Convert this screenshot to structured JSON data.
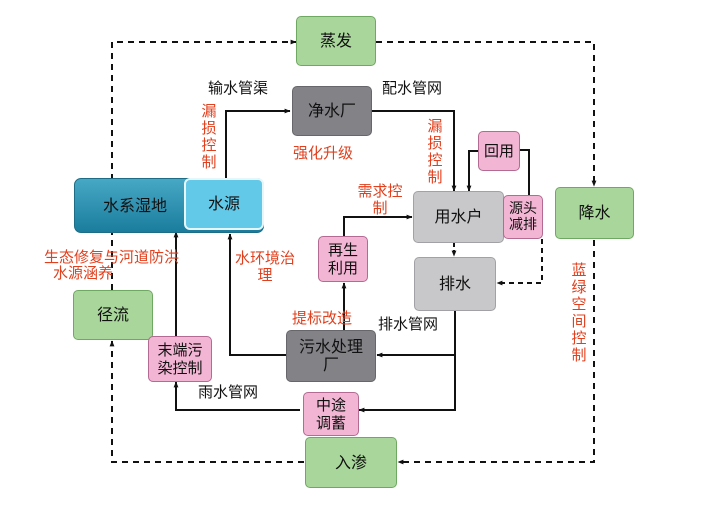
{
  "nodes": {
    "evaporation": "蒸发",
    "water_plant": "净水厂",
    "recycle": "回用",
    "water_user": "用水户",
    "source_reduction": "源头减排",
    "precipitation": "降水",
    "wetland_system": "水系湿地",
    "water_source": "水源",
    "regeneration": "再生利用",
    "drainage": "排水",
    "runoff": "径流",
    "end_pollution": "末端污染控制",
    "sewage_plant": "污水处理厂",
    "midway_storage": "中途调蓄",
    "infiltration": "入渗"
  },
  "labels": {
    "transport_canal": "输水管渠",
    "distribution_network": "配水管网",
    "leak_control_left": "漏损控制",
    "leak_control_right": "漏损控制",
    "upgrade": "强化升级",
    "demand_control": "需求控制",
    "ecological_restoration": "生态修复与河道防洪",
    "source_conservation": "水源涵养",
    "water_environment": "水环境治理",
    "standard_upgrade": "提标改造",
    "drainage_network": "排水管网",
    "rainwater_network": "雨水管网",
    "blue_green_space": "蓝绿空间控制"
  },
  "colors": {
    "green_node": "#a9d79b",
    "gray_node": "#c8c8ca",
    "dark_gray_node": "#828287",
    "pink_node": "#f2b5d3",
    "teal_node": "#1b7d9d",
    "light_blue_node": "#62c9e8",
    "red_text": "#e0401e",
    "line": "#111111"
  }
}
